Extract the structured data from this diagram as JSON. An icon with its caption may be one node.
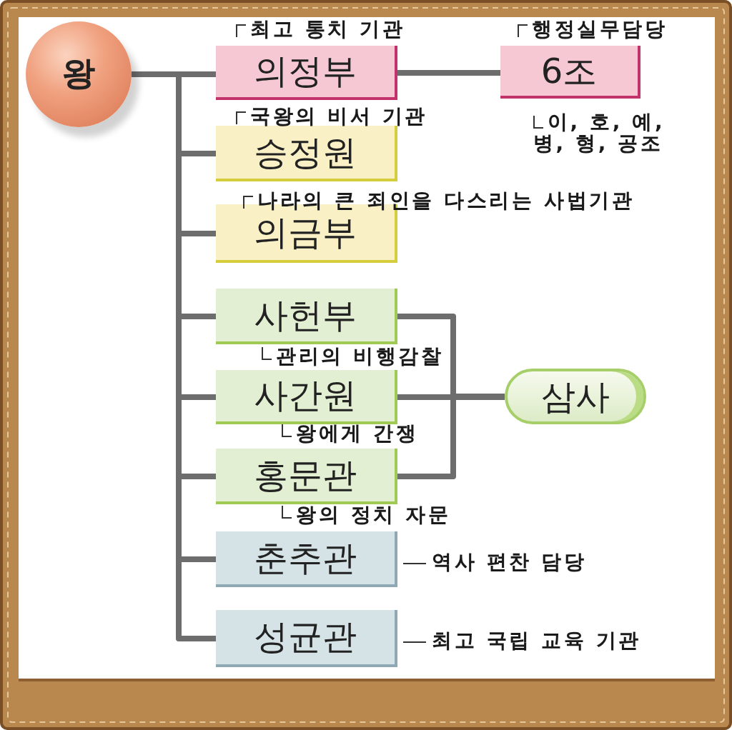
{
  "diagram": {
    "nodes": [
      {
        "text": [
          "왕"
        ]
      },
      {
        "text": [
          "의정부"
        ],
        "beside": [
          "최고 통치 기관"
        ]
      },
      {
        "text": [
          "6조"
        ],
        "beside": [
          "행정실무담당",
          "이, 호, 예, 병, 형, 공조"
        ]
      },
      {
        "text": [
          "승정원"
        ],
        "beside": [
          "국왕의 비서 기관"
        ]
      },
      {
        "text": [
          "의금부"
        ],
        "beside": [
          "나라의 큰 죄인을 다스리는 사법기관"
        ]
      },
      {
        "text": [
          "사헌부"
        ],
        "beside": [
          "관리의 비행감찰"
        ]
      },
      {
        "text": [
          "사간원"
        ],
        "beside": [
          "왕에게 간쟁"
        ]
      },
      {
        "text": [
          "삼사"
        ]
      },
      {
        "text": [
          "홍문관"
        ],
        "beside": [
          "왕의 정치 자문"
        ]
      },
      {
        "text": [
          "춘추관"
        ],
        "beside": [
          "역사 편찬 담당"
        ]
      },
      {
        "text": [
          "성균관"
        ],
        "beside": [
          "최고 국립 교육 기관"
        ]
      }
    ],
    "edges": [
      {
        "from": 0,
        "to": 1,
        "arrow": "none"
      },
      {
        "from": 1,
        "to": 2,
        "arrow": "none"
      },
      {
        "from": 0,
        "to": 3,
        "arrow": "none"
      },
      {
        "from": 0,
        "to": 4,
        "arrow": "none"
      },
      {
        "from": 0,
        "to": 5,
        "arrow": "none"
      },
      {
        "from": 0,
        "to": 6,
        "arrow": "none"
      },
      {
        "from": 0,
        "to": 8,
        "arrow": "none"
      },
      {
        "from": 0,
        "to": 9,
        "arrow": "none"
      },
      {
        "from": 0,
        "to": 10,
        "arrow": "none"
      },
      {
        "from": 5,
        "to": 7,
        "arrow": "none"
      },
      {
        "from": 6,
        "to": 7,
        "arrow": "none"
      },
      {
        "from": 8,
        "to": 7,
        "arrow": "none"
      }
    ]
  }
}
